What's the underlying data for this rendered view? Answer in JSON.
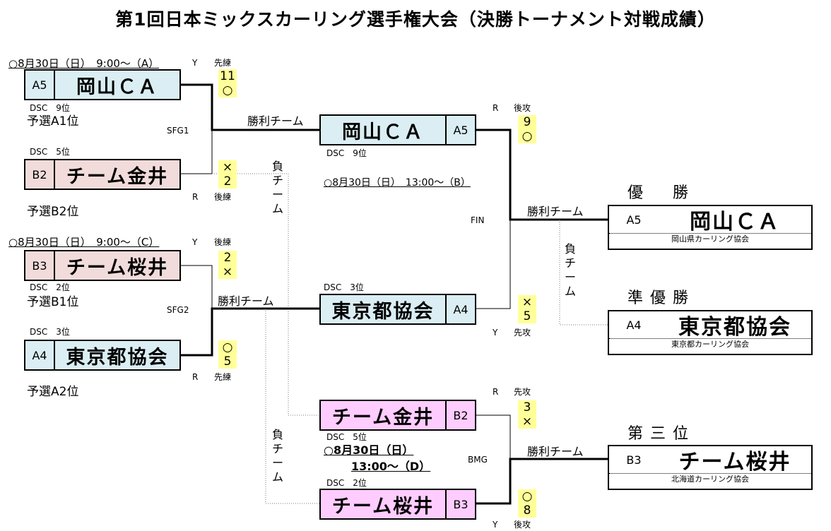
{
  "title": "第1回日本ミックスカーリング選手権大会（決勝トーナメント対戦成績）",
  "sfg1": {
    "date": "○8月30日（日）　9:00～（A）",
    "label": "SFG1",
    "team1": {
      "code": "A5",
      "name": "岡山ＣＡ",
      "side": "Y",
      "order": "先練",
      "score": "11",
      "result": "○",
      "dsc": "DSC　9位",
      "rank": "予選A1位"
    },
    "team2": {
      "code": "B2",
      "name": "チーム金井",
      "side": "R",
      "order": "後練",
      "score": "2",
      "result": "×",
      "dsc": "DSC　5位",
      "rank": "予選B2位"
    },
    "winner_label": "勝利チーム"
  },
  "sfg2": {
    "date": "○8月30日（日）　9:00～（C）",
    "label": "SFG2",
    "team1": {
      "code": "B3",
      "name": "チーム桜井",
      "side": "Y",
      "order": "後練",
      "score": "2",
      "result": "×",
      "dsc": "DSC　2位",
      "rank": "予選B1位"
    },
    "team2": {
      "code": "A4",
      "name": "東京都協会",
      "side": "R",
      "order": "先練",
      "score": "5",
      "result": "○",
      "dsc": "DSC　3位",
      "rank": "予選A2位"
    },
    "winner_label": "勝利チーム"
  },
  "loser_label": [
    "負",
    "チ",
    "ー",
    "ム"
  ],
  "fin": {
    "label": "FIN",
    "date": "○8月30日（日）　13:00～（B）",
    "team1": {
      "code": "A5",
      "name": "岡山ＣＡ",
      "side": "R",
      "order": "後攻",
      "score": "9",
      "result": "○",
      "dsc": "DSC　9位"
    },
    "team2": {
      "code": "A4",
      "name": "東京都協会",
      "side": "Y",
      "order": "先攻",
      "score": "5",
      "result": "×",
      "dsc": "DSC　3位"
    },
    "winner_label": "勝利チーム"
  },
  "bmg": {
    "label": "BMG",
    "date_line1": "○8月30日（日）",
    "date_line2": "13:00～（D）",
    "team1": {
      "code": "B2",
      "name": "チーム金井",
      "side": "R",
      "order": "先攻",
      "score": "3",
      "result": "×",
      "dsc": "DSC　5位"
    },
    "team2": {
      "code": "B3",
      "name": "チーム桜井",
      "side": "Y",
      "order": "後攻",
      "score": "8",
      "result": "○",
      "dsc": "DSC　2位"
    },
    "winner_label": "勝利チーム"
  },
  "results": {
    "champion": {
      "place": "優　勝",
      "code": "A5",
      "name": "岡山ＣＡ",
      "assoc": "岡山県カーリング協会"
    },
    "runner_up": {
      "place": "準優勝",
      "code": "A4",
      "name": "東京都協会",
      "assoc": "東京都カーリング協会"
    },
    "third": {
      "place": "第三位",
      "code": "B3",
      "name": "チーム桜井",
      "assoc": "北海道カーリング協会"
    }
  }
}
